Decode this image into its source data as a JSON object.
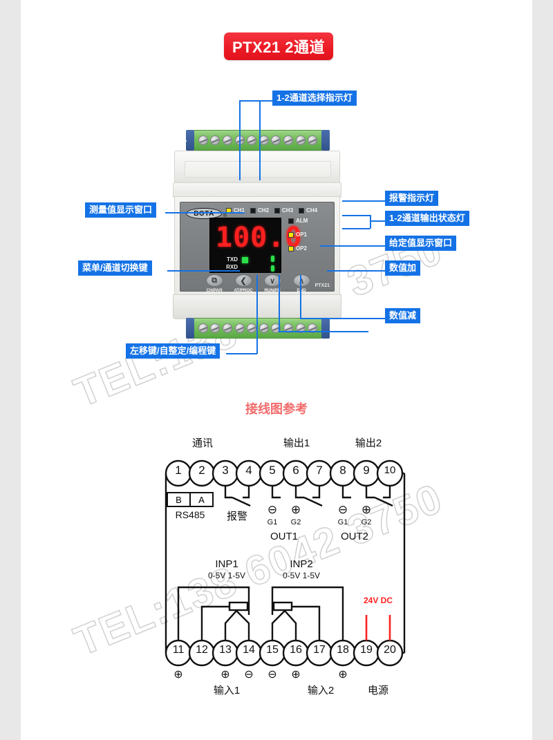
{
  "title_banner": {
    "text": "PTX21 2通道"
  },
  "section_title": {
    "text": "接线图参考"
  },
  "watermark": {
    "text": "TEL:138 6042 3750"
  },
  "device": {
    "brand": "BOTA",
    "brand_mark": "®",
    "model": "PTX21",
    "display_value": "100.0",
    "channel_leds": [
      {
        "label": "CH1",
        "state": "on",
        "color": "#ffe400"
      },
      {
        "label": "CH2",
        "state": "off",
        "color": "#17181a"
      },
      {
        "label": "CH3",
        "state": "off",
        "color": "#17181a"
      },
      {
        "label": "CH4",
        "state": "off",
        "color": "#17181a"
      }
    ],
    "status_leds": [
      {
        "label": "ALM",
        "state": "off",
        "color": "#17181a"
      },
      {
        "label": "OP1",
        "state": "on",
        "color": "#ffe400"
      },
      {
        "label": "OP2",
        "state": "on",
        "color": "#ffe400"
      }
    ],
    "comm_labels": {
      "tx": "TXD",
      "rx": "RXD"
    },
    "buttons": [
      {
        "glyph": "⧉",
        "caption": "CH/PAR"
      },
      {
        "glyph": "❮",
        "caption": "AT/PROC"
      },
      {
        "glyph": "∨",
        "caption": "RUN/PE"
      },
      {
        "glyph": "∧",
        "caption": "END"
      }
    ]
  },
  "callouts": {
    "channel_select": "1-2通道选择指示灯",
    "measure_window": "测量值显示窗口",
    "menu_channel_key": "菜单/通道切换键",
    "left_auto_prog_key": "左移键/自整定/编程键",
    "alarm_led": "报警指示灯",
    "channel_output_led": "1-2通道输出状态灯",
    "setpoint_window": "给定值显示窗口",
    "value_up": "数值加",
    "value_down": "数值减"
  },
  "wiring": {
    "top_group_labels": [
      {
        "text": "通讯"
      },
      {
        "text": "输出1"
      },
      {
        "text": "输出2"
      }
    ],
    "top_terminals": [
      "1",
      "2",
      "3",
      "4",
      "5",
      "6",
      "7",
      "8",
      "9",
      "10"
    ],
    "bottom_terminals": [
      "11",
      "12",
      "13",
      "14",
      "15",
      "16",
      "17",
      "18",
      "19",
      "20"
    ],
    "rs485": {
      "b": "B",
      "a": "A",
      "name": "RS485"
    },
    "alarm_label": "报警",
    "out1": {
      "name": "OUT1",
      "g1": "G1",
      "g2": "G2",
      "minus": "⊖",
      "plus": "⊕"
    },
    "out2": {
      "name": "OUT2",
      "g1": "G1",
      "g2": "G2",
      "minus": "⊖",
      "plus": "⊕"
    },
    "inp1": {
      "name": "INP1",
      "range": "0-5V 1-5V"
    },
    "inp2": {
      "name": "INP2",
      "range": "0-5V 1-5V"
    },
    "power": {
      "voltage": "24V DC",
      "color": "#ff2020",
      "label": "电源"
    },
    "bottom_group_labels": [
      {
        "text": "输入1"
      },
      {
        "text": "输入2"
      }
    ],
    "bottom_polarity": [
      "⊕",
      "",
      "⊕",
      "⊖",
      "⊖",
      "⊕",
      "",
      "⊕",
      "",
      ""
    ]
  }
}
